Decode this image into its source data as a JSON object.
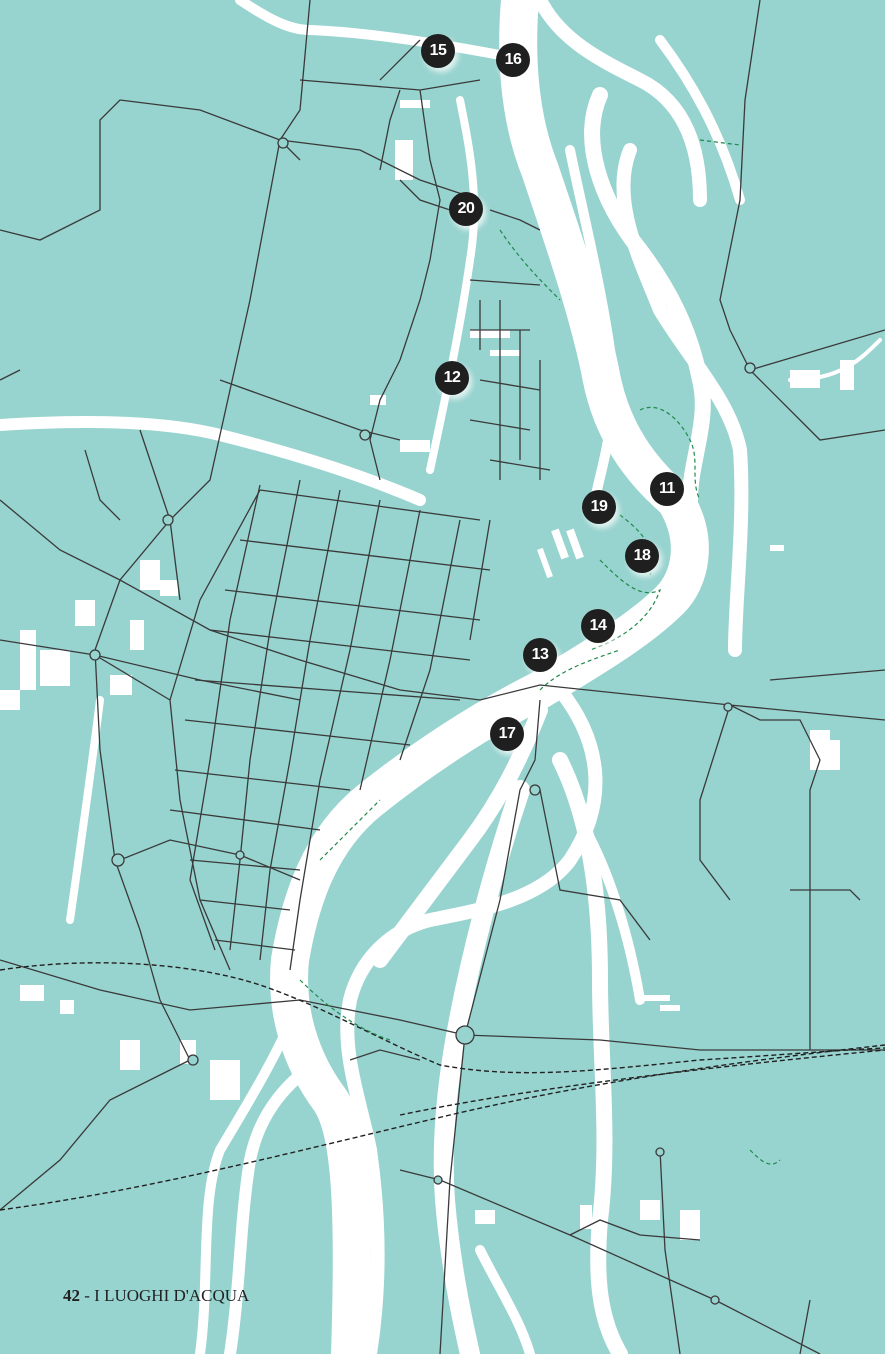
{
  "markers": [
    {
      "label": "15"
    },
    {
      "label": "16"
    },
    {
      "label": "20"
    },
    {
      "label": "12"
    },
    {
      "label": "11"
    },
    {
      "label": "19"
    },
    {
      "label": "18"
    },
    {
      "label": "14"
    },
    {
      "label": "13"
    },
    {
      "label": "17"
    }
  ],
  "footer": {
    "page_number": "42",
    "separator": " - ",
    "section_title": "I LUOGHI D'ACQUA"
  },
  "colors": {
    "water_background": "#97d3cf",
    "river": "#ffffff",
    "roads": "#3a3a3a",
    "trails": "#1e8a4a",
    "marker": "#1f1f1f"
  }
}
